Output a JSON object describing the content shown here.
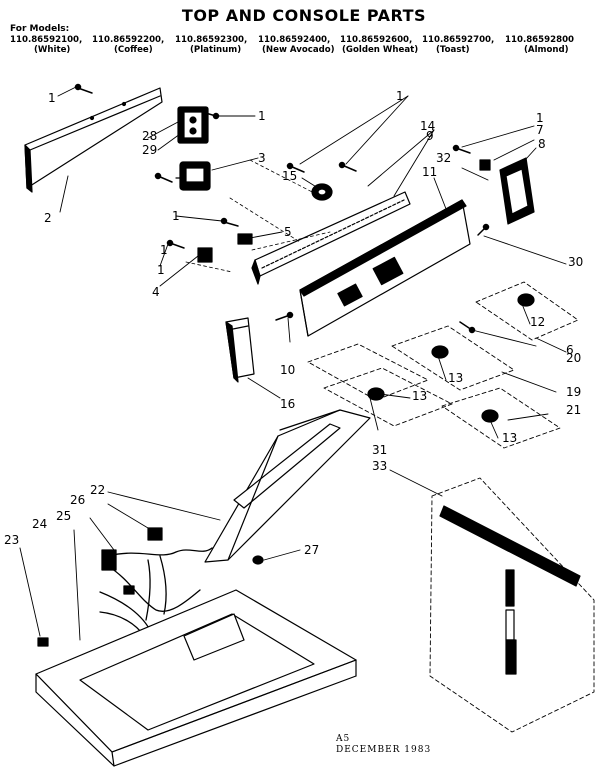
{
  "title": "TOP AND CONSOLE PARTS",
  "models_label": "For Models:",
  "models": [
    {
      "number": "110.86592100,",
      "color": "(White)"
    },
    {
      "number": "110.86592200,",
      "color": "(Coffee)"
    },
    {
      "number": "110.86592300,",
      "color": "(Platinum)"
    },
    {
      "number": "110.86592400,",
      "color": "(New Avocado)"
    },
    {
      "number": "110.86592600,",
      "color": "(Golden Wheat)"
    },
    {
      "number": "110.86592700,",
      "color": "(Toast)"
    },
    {
      "number": "110.86592800",
      "color": "(Almond)"
    }
  ],
  "callouts": [
    "1",
    "1",
    "1",
    "1",
    "1",
    "1",
    "1",
    "2",
    "3",
    "4",
    "5",
    "6",
    "7",
    "8",
    "9",
    "10",
    "11",
    "12",
    "13",
    "13",
    "13",
    "13",
    "14",
    "15",
    "16",
    "19",
    "20",
    "21",
    "22",
    "23",
    "24",
    "25",
    "26",
    "27",
    "28",
    "29",
    "30",
    "31",
    "32",
    "33"
  ],
  "footer": {
    "code": "A5",
    "date": "DECEMBER 1983"
  }
}
